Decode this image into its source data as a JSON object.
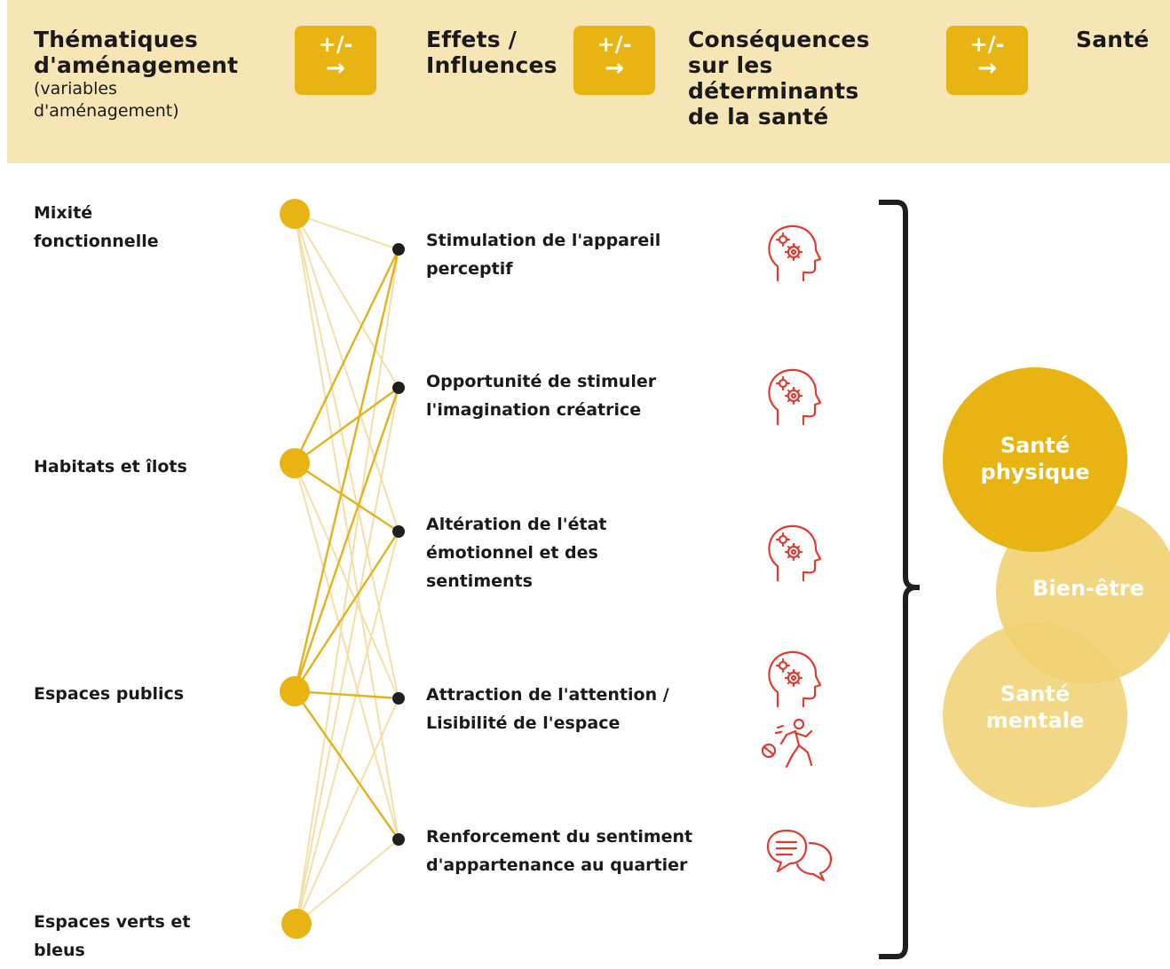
{
  "header": {
    "col1_title": "Thématiques d'aménagement",
    "col1_subtitle": "(variables d'aménagement)",
    "col2_title": "Effets / Influences",
    "col3_title": "Conséquences sur les déterminants de la santé",
    "col4_title": "Santé",
    "arrow_sign": "+/-",
    "arrow_glyph": "→"
  },
  "themes": [
    {
      "label": "Mixité fonctionnelle"
    },
    {
      "label": "Habitats et îlots"
    },
    {
      "label": "Espaces publics"
    },
    {
      "label": "Espaces verts et bleus"
    }
  ],
  "effects": [
    {
      "label": "Stimulation de l'appareil perceptif",
      "icons": [
        "head-gears-icon"
      ]
    },
    {
      "label": "Opportunité de stimuler l'imagination créatrice",
      "icons": [
        "head-gears-icon"
      ]
    },
    {
      "label": "Altération de l'état émotionnel et des sentiments",
      "icons": [
        "head-gears-icon"
      ]
    },
    {
      "label": "Attraction de l'attention / Lisibilité de l'espace",
      "icons": [
        "head-gears-icon",
        "running-person-icon"
      ]
    },
    {
      "label": "Renforcement du sentiment d'appartenance au quartier",
      "icons": [
        "speech-bubbles-icon"
      ]
    }
  ],
  "links": {
    "strong": [
      [
        1,
        0
      ],
      [
        1,
        1
      ],
      [
        1,
        2
      ],
      [
        2,
        0
      ],
      [
        2,
        1
      ],
      [
        2,
        2
      ],
      [
        2,
        3
      ],
      [
        2,
        4
      ]
    ],
    "weak": [
      [
        0,
        0
      ],
      [
        0,
        1
      ],
      [
        0,
        2
      ],
      [
        0,
        3
      ],
      [
        0,
        4
      ],
      [
        1,
        3
      ],
      [
        1,
        4
      ],
      [
        3,
        0
      ],
      [
        3,
        1
      ],
      [
        3,
        2
      ],
      [
        3,
        3
      ],
      [
        3,
        4
      ]
    ]
  },
  "health": {
    "physique": "Santé physique",
    "bien_etre": "Bien-être",
    "mentale": "Santé mentale"
  },
  "colors": {
    "accent": "#e7b413",
    "accent_light": "#f0d071",
    "header_bg": "#f7e6b5",
    "strong_line": "#e2b21d",
    "weak_line": "#f3dfa6",
    "icon_red": "#e03b2e",
    "dot_dark": "#1f1f1f"
  }
}
